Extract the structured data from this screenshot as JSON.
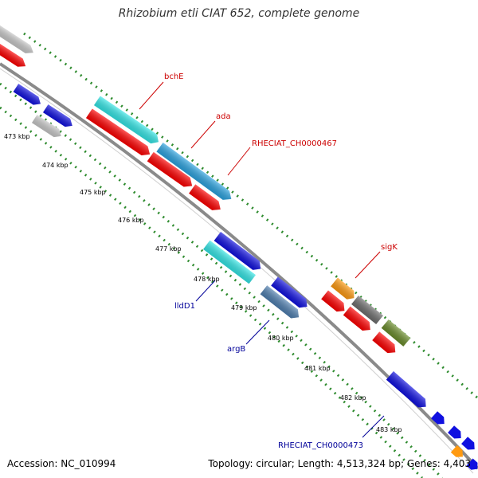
{
  "title": "Rhizobium etli CIAT 652, complete genome",
  "accession": "Accession: NC_010994",
  "topology": "Topology: circular; Length: 4,513,324 bp; Genes: 4,403",
  "colors": {
    "backbone": "#808080",
    "gc_ticks": "#2e8b2e",
    "label_red": "#cc0000",
    "label_blue": "#000099",
    "red": "#ff0000",
    "cyan": "#33e6e6",
    "blue_cyan": "#2ba3e0",
    "blue": "#1010e0",
    "gray": "#c8c8c8",
    "steel": "#4f7fb0",
    "orange": "#ff9a10",
    "darkgray": "#6e6e6e",
    "olive": "#6a8c2a"
  },
  "kbp_labels": [
    "473 kbp",
    "474 kbp",
    "475 kbp",
    "476 kbp",
    "477 kbp",
    "478 kbp",
    "479 kbp",
    "480 kbp",
    "481 kbp",
    "482 kbp",
    "483 kbp"
  ],
  "gene_labels": [
    {
      "name": "bchE",
      "color": "label_red"
    },
    {
      "name": "ada",
      "color": "label_red"
    },
    {
      "name": "RHECIAT_CH0000467",
      "color": "label_red"
    },
    {
      "name": "sigK",
      "color": "label_red"
    },
    {
      "name": "lldD1",
      "color": "label_blue"
    },
    {
      "name": "argB",
      "color": "label_blue"
    },
    {
      "name": "RHECIAT_CH0000473",
      "color": "label_blue"
    }
  ]
}
